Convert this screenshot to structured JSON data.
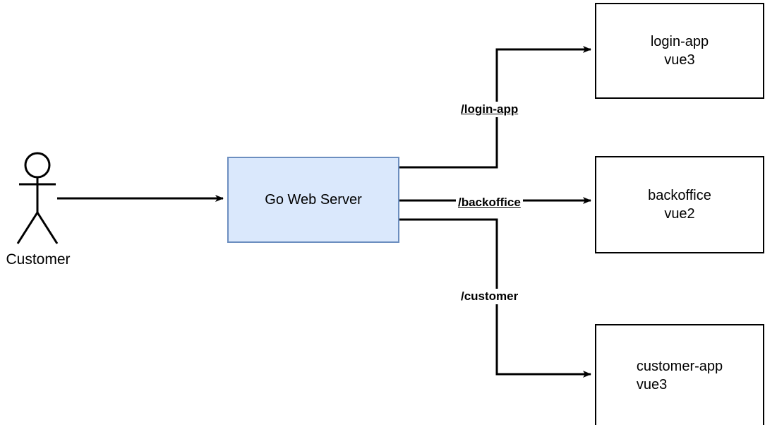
{
  "diagram": {
    "type": "architecture-flow",
    "title": "",
    "background": "#ffffff",
    "colors": {
      "server_fill": "#dae8fc",
      "server_stroke": "#6c8ebf",
      "node_stroke": "#000000",
      "line": "#000000",
      "text": "#000000"
    },
    "actor": {
      "name": "customer-actor",
      "label": "Customer"
    },
    "nodes": [
      {
        "id": "go-web-server",
        "label": "Go Web Server",
        "style": "server"
      },
      {
        "id": "login-app",
        "line1": "login-app",
        "line2": "vue3",
        "label": "login-app\nvue3"
      },
      {
        "id": "backoffice",
        "line1": "backoffice",
        "line2": "vue2",
        "label": "backoffice\nvue2"
      },
      {
        "id": "customer-app",
        "line1": "customer-app",
        "line2": "vue3",
        "label": "customer-app\nvue3"
      }
    ],
    "edges": [
      {
        "id": "actor-to-server",
        "from": "customer-actor",
        "to": "go-web-server",
        "label": "",
        "underline": false
      },
      {
        "id": "server-to-login-app",
        "from": "go-web-server",
        "to": "login-app",
        "label": "/login-app",
        "underline": true
      },
      {
        "id": "server-to-backoffice",
        "from": "go-web-server",
        "to": "backoffice",
        "label": "/backoffice",
        "underline": true
      },
      {
        "id": "server-to-customer-app",
        "from": "go-web-server",
        "to": "customer-app",
        "label": "/customer",
        "underline": false
      }
    ]
  }
}
